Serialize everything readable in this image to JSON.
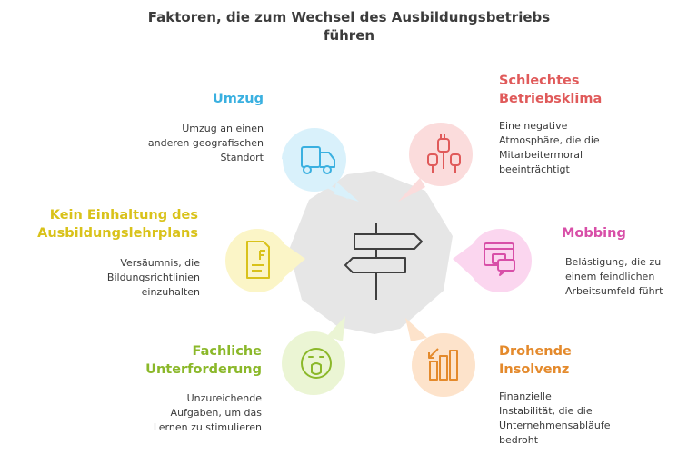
{
  "title_line1": "Faktoren, die zum Wechsel des Ausbildungsbetriebs",
  "title_line2": "führen",
  "colors": {
    "blue": "#3ab0e0",
    "red": "#e05a5a",
    "yellow": "#d9c21a",
    "pink": "#d84fa8",
    "green": "#8bb82a",
    "orange": "#e48a2c",
    "hub": "#e6e6e6"
  },
  "factors": {
    "umzug": {
      "title": "Umzug",
      "icon": "truck-icon",
      "desc": [
        "Umzug an einen",
        "anderen geografischen",
        "Standort"
      ]
    },
    "klima": {
      "title1": "Schlechtes",
      "title2": "Betriebsklima",
      "icon": "raised-fists-icon",
      "desc": [
        "Eine negative",
        "Atmosphäre, die die",
        "Mitarbeitermoral",
        "beeinträchtigt"
      ]
    },
    "lehrplan": {
      "title1": "Kein Einhaltung des",
      "title2": "Ausbildungslehrplans",
      "icon": "document-icon",
      "desc": [
        "Versäumnis, die",
        "Bildungsrichtlinien",
        "einzuhalten"
      ]
    },
    "mobbing": {
      "title": "Mobbing",
      "icon": "chat-window-icon",
      "desc": [
        "Belästigung, die zu",
        "einem feindlichen",
        "Arbeitsumfeld führt"
      ]
    },
    "unterforderung": {
      "title1": "Fachliche",
      "title2": "Unterforderung",
      "icon": "bored-face-icon",
      "desc": [
        "Unzureichende",
        "Aufgaben, um das",
        "Lernen zu stimulieren"
      ]
    },
    "insolvenz": {
      "title1": "Drohende",
      "title2": "Insolvenz",
      "icon": "declining-chart-icon",
      "desc": [
        "Finanzielle",
        "Instabilität, die die",
        "Unternehmensabläufe",
        "bedroht"
      ]
    }
  },
  "center_icon": "signpost-icon"
}
